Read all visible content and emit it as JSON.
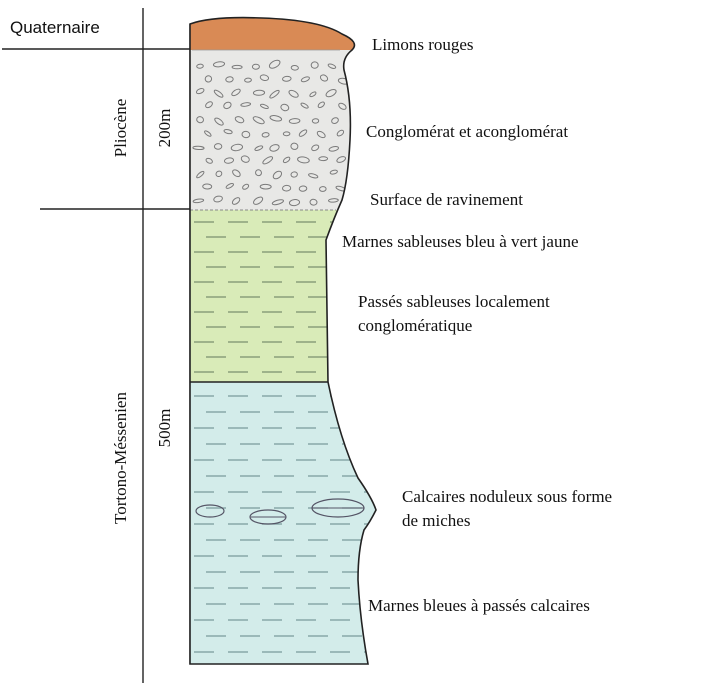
{
  "stages": {
    "quaternary": "Quaternaire",
    "pliocene": "Pliocène",
    "tortono": "Tortono-Méssenien"
  },
  "thickness": {
    "pliocene": "200m",
    "tortono": "500m"
  },
  "layers": {
    "limons": "Limons rouges",
    "conglomerat": "Conglomérat et aconglomérat",
    "ravinement": "Surface de ravinement",
    "marnes_sableuses": "Marnes sableuses bleu à vert jaune",
    "passes_line1": "Passés sableuses localement",
    "passes_line2": "conglomératique",
    "calcaires_line1": "Calcaires noduleux sous forme",
    "calcaires_line2": "de miches",
    "marnes_bleues": "Marnes bleues à passés calcaires"
  },
  "colors": {
    "limons": "#d98a55",
    "conglomerate": "#e6e6e6",
    "green_marl": "#d9ebb8",
    "blue_marl": "#cfe9e8",
    "stroke": "#222222"
  }
}
